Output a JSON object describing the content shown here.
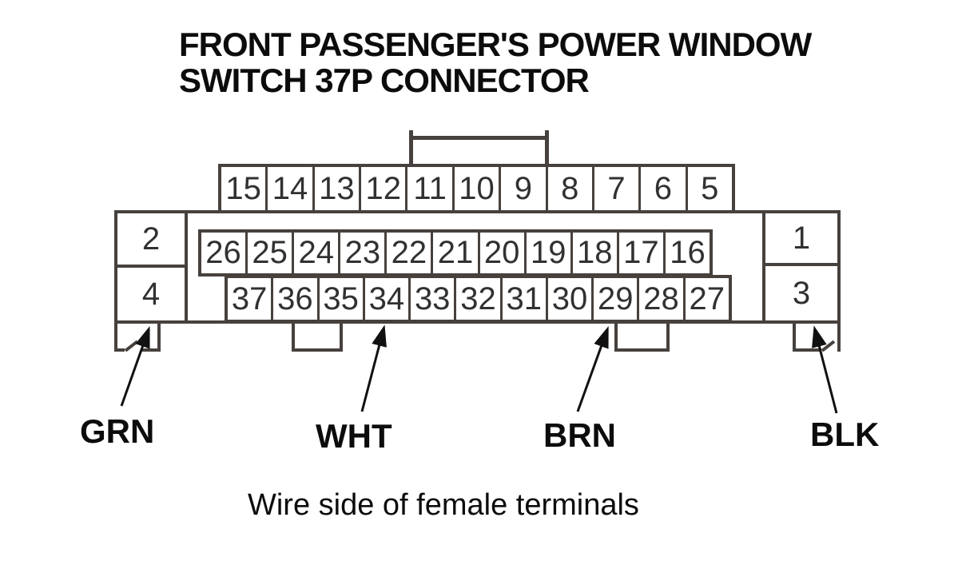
{
  "title": {
    "line1": "FRONT PASSENGER'S POWER WINDOW",
    "line2": "SWITCH 37P CONNECTOR"
  },
  "connector": {
    "top_row": [
      "15",
      "14",
      "13",
      "12",
      "11",
      "10",
      "9",
      "8",
      "7",
      "6",
      "5"
    ],
    "middle_row": [
      "26",
      "25",
      "24",
      "23",
      "22",
      "21",
      "20",
      "19",
      "18",
      "17",
      "16"
    ],
    "lower_row": [
      "37",
      "36",
      "35",
      "34",
      "33",
      "32",
      "31",
      "30",
      "29",
      "28",
      "27"
    ],
    "left_column": [
      "2",
      "4"
    ],
    "right_column": [
      "1",
      "3"
    ]
  },
  "wire_labels": [
    {
      "text": "GRN",
      "points_to_pin": "4"
    },
    {
      "text": "WHT",
      "points_to_pin": "34"
    },
    {
      "text": "BRN",
      "points_to_pin": "29"
    },
    {
      "text": "BLK",
      "points_to_pin": "3"
    }
  ],
  "caption": "Wire side of female terminals",
  "colors": {
    "outline": "#47413e",
    "digit": "#333130",
    "text": "#0c0c0c"
  }
}
